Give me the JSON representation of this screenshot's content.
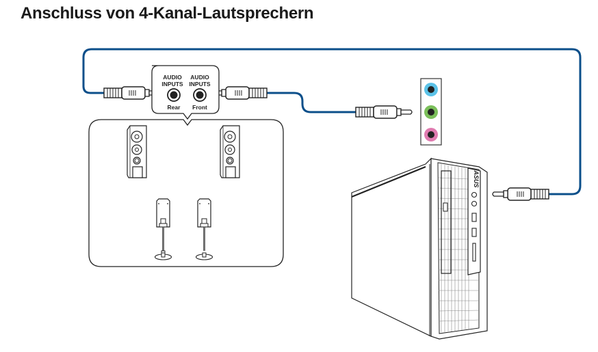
{
  "title": "Anschluss von 4-Kanal-Lautsprechern",
  "speaker_inputs": {
    "jacks": [
      {
        "line1": "AUDIO",
        "line2": "INPUTS",
        "position": "Rear"
      },
      {
        "line1": "AUDIO",
        "line2": "INPUTS",
        "position": "Front"
      }
    ]
  },
  "audio_panel": {
    "jacks": [
      {
        "name": "line-in",
        "color": "#5bc2e7"
      },
      {
        "name": "line-out",
        "color": "#7bbf5a"
      },
      {
        "name": "mic-in",
        "color": "#e07bb0"
      }
    ]
  },
  "pc": {
    "brand": "ASUS"
  },
  "colors": {
    "cable": "#0b4f8a",
    "outline": "#222222"
  },
  "speakers": {
    "front": [
      "front-left-speaker",
      "front-right-speaker"
    ],
    "rear": [
      "rear-left-speaker",
      "rear-right-speaker"
    ]
  }
}
